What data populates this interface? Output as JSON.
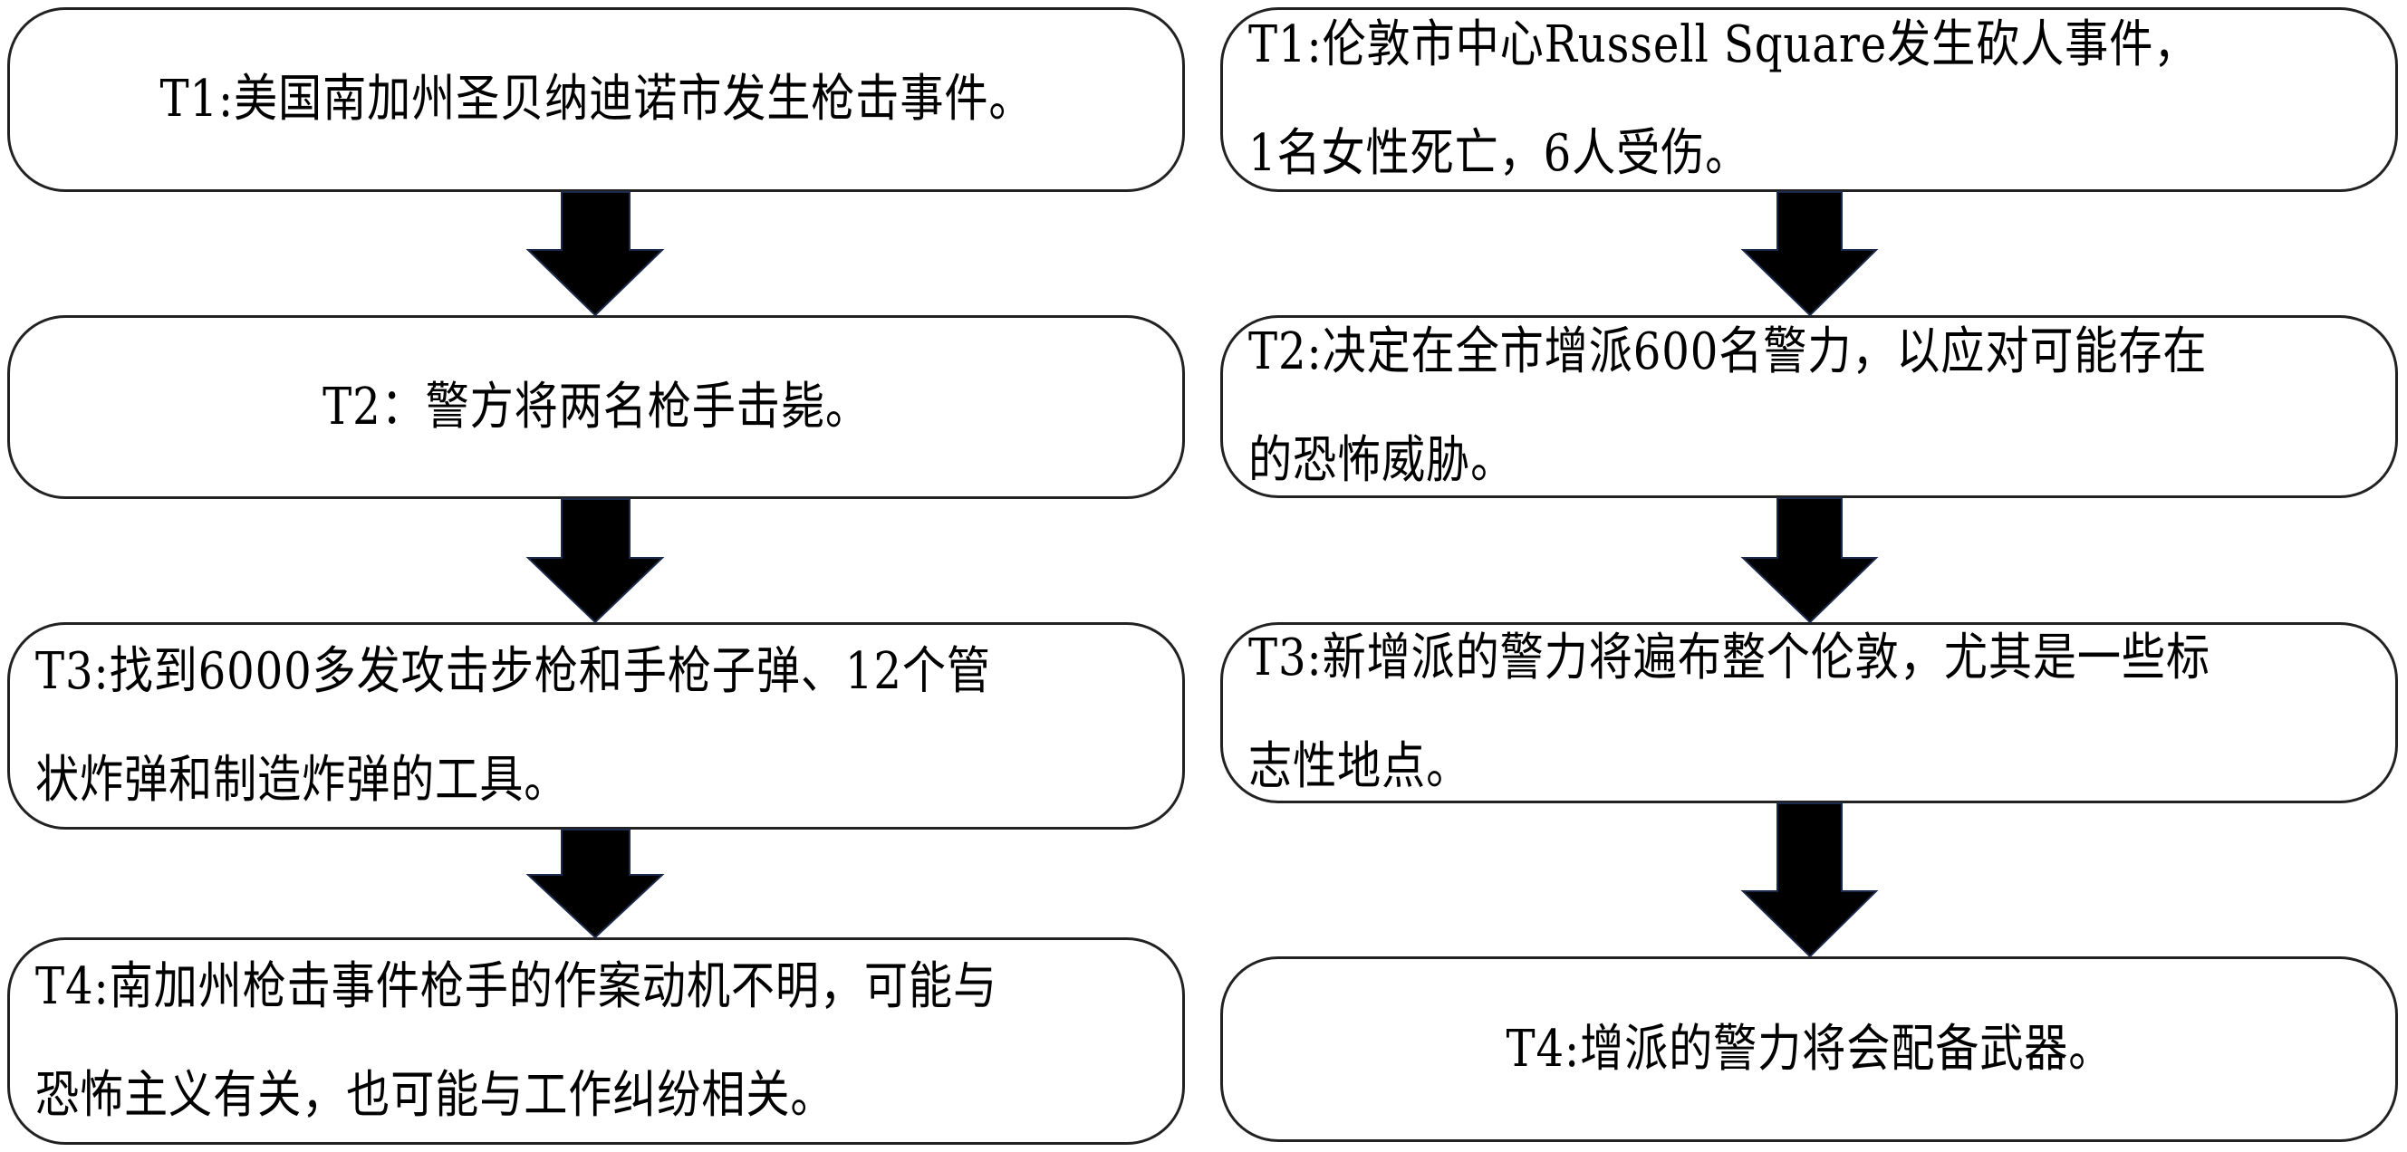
{
  "left_column": {
    "steps": [
      {
        "label": "T1:美国南加州圣贝纳迪诺市发生枪击事件。"
      },
      {
        "label": "T2：警方将两名枪手击毙。"
      },
      {
        "label": "T3:找到6000多发攻击步枪和手枪子弹、12个管状炸弹和制造炸弹的工具。"
      },
      {
        "label": "T4:南加州枪击事件枪手的作案动机不明，可能与恐怖主义有关，也可能与工作纠纷相关。"
      }
    ]
  },
  "right_column": {
    "steps": [
      {
        "label": "T1:伦敦市中心Russell Square发生砍人事件，1名女性死亡，6人受伤。"
      },
      {
        "label": "T2:决定在全市增派600名警力，以应对可能存在的恐怖威胁。"
      },
      {
        "label": "T3:新增派的警力将遍布整个伦敦，尤其是一些标志性地点。"
      },
      {
        "label": "T4:增派的警力将会配备武器。"
      }
    ]
  },
  "colors": {
    "arrow_fill": "#000000",
    "box_border": "#222222",
    "background": "#ffffff"
  }
}
